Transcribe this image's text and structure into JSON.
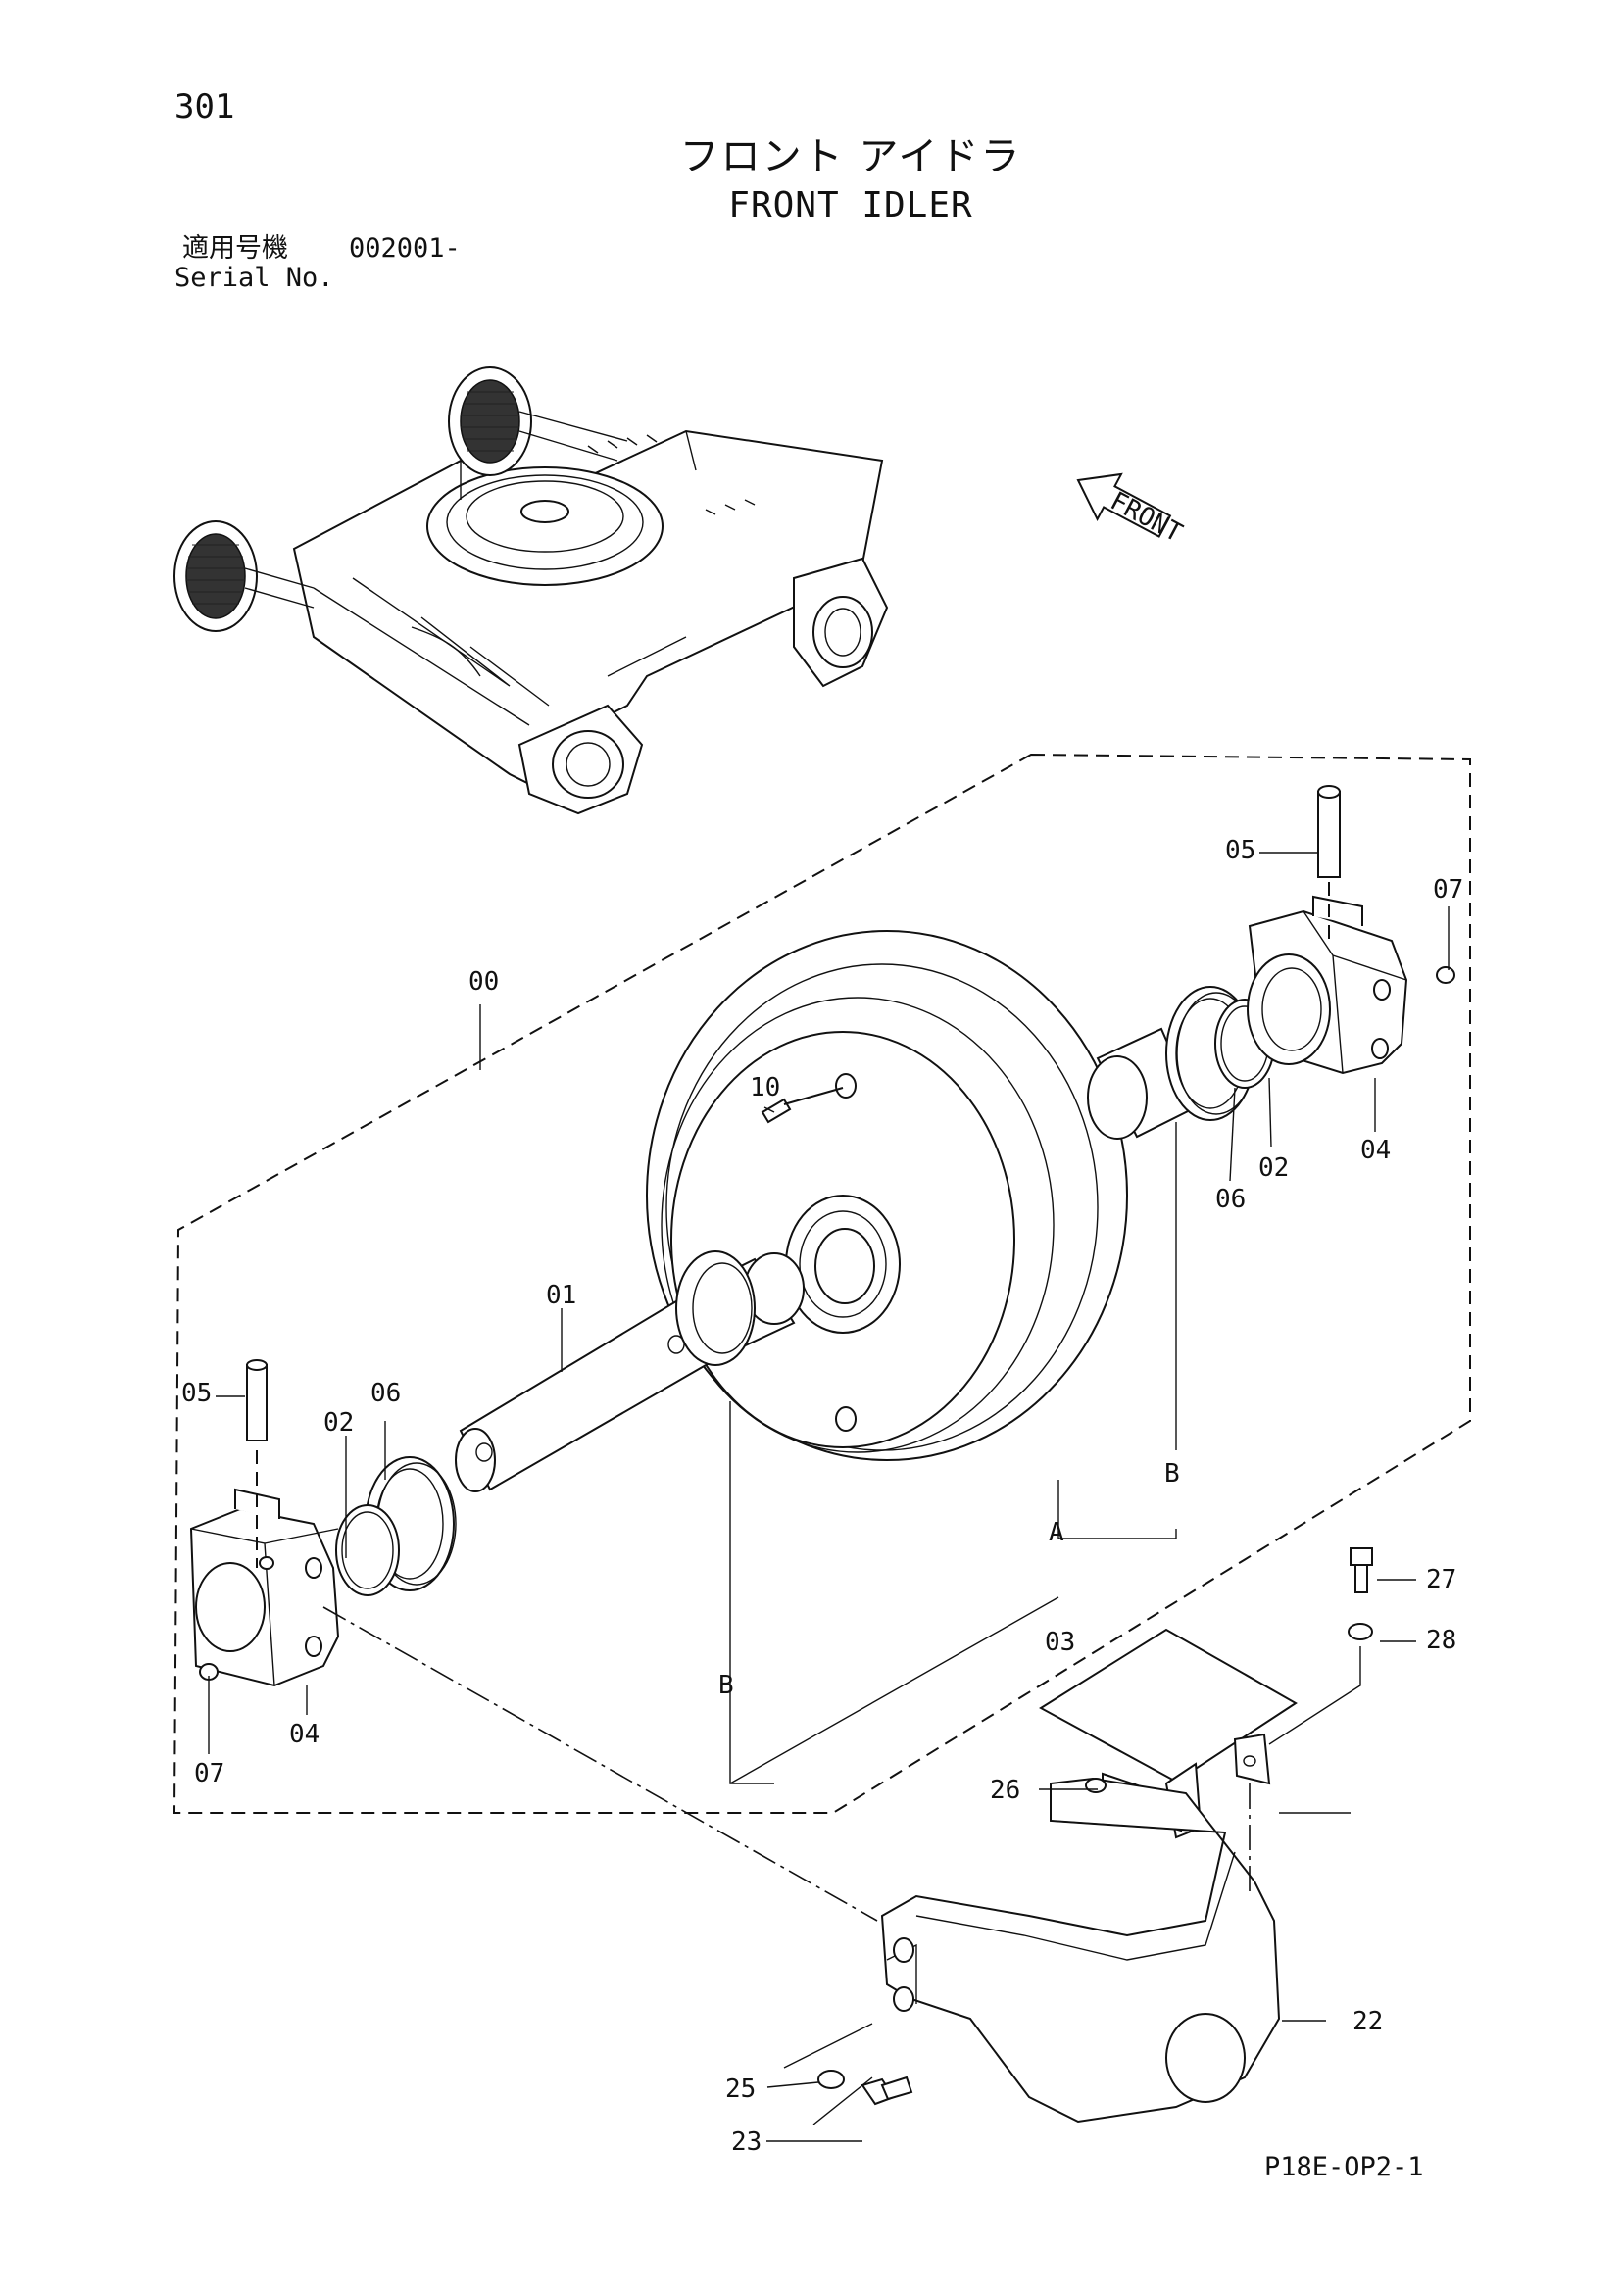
{
  "header": {
    "page_number": "301",
    "title_jp": "フロント アイドラ",
    "title_en": "FRONT IDLER",
    "serial_label_jp": "適用号機",
    "serial_value": "002001-",
    "serial_label_en": "Serial No."
  },
  "direction_arrow": {
    "label": "FRONT",
    "icon": "front-direction-arrow-icon"
  },
  "callouts": [
    {
      "key": "00",
      "label": "00"
    },
    {
      "key": "01",
      "label": "01"
    },
    {
      "key": "02a",
      "label": "02"
    },
    {
      "key": "02b",
      "label": "02"
    },
    {
      "key": "03",
      "label": "03"
    },
    {
      "key": "04a",
      "label": "04"
    },
    {
      "key": "04b",
      "label": "04"
    },
    {
      "key": "05a",
      "label": "05"
    },
    {
      "key": "05b",
      "label": "05"
    },
    {
      "key": "06a",
      "label": "06"
    },
    {
      "key": "06b",
      "label": "06"
    },
    {
      "key": "07a",
      "label": "07"
    },
    {
      "key": "07b",
      "label": "07"
    },
    {
      "key": "10",
      "label": "10"
    },
    {
      "key": "22",
      "label": "22"
    },
    {
      "key": "23",
      "label": "23"
    },
    {
      "key": "25",
      "label": "25"
    },
    {
      "key": "26",
      "label": "26"
    },
    {
      "key": "27",
      "label": "27"
    },
    {
      "key": "28",
      "label": "28"
    }
  ],
  "reference_marks": [
    {
      "key": "A",
      "label": "A"
    },
    {
      "key": "B1",
      "label": "B"
    },
    {
      "key": "B2",
      "label": "B"
    }
  ],
  "footer": {
    "drawing_code": "P18E-OP2-1"
  }
}
